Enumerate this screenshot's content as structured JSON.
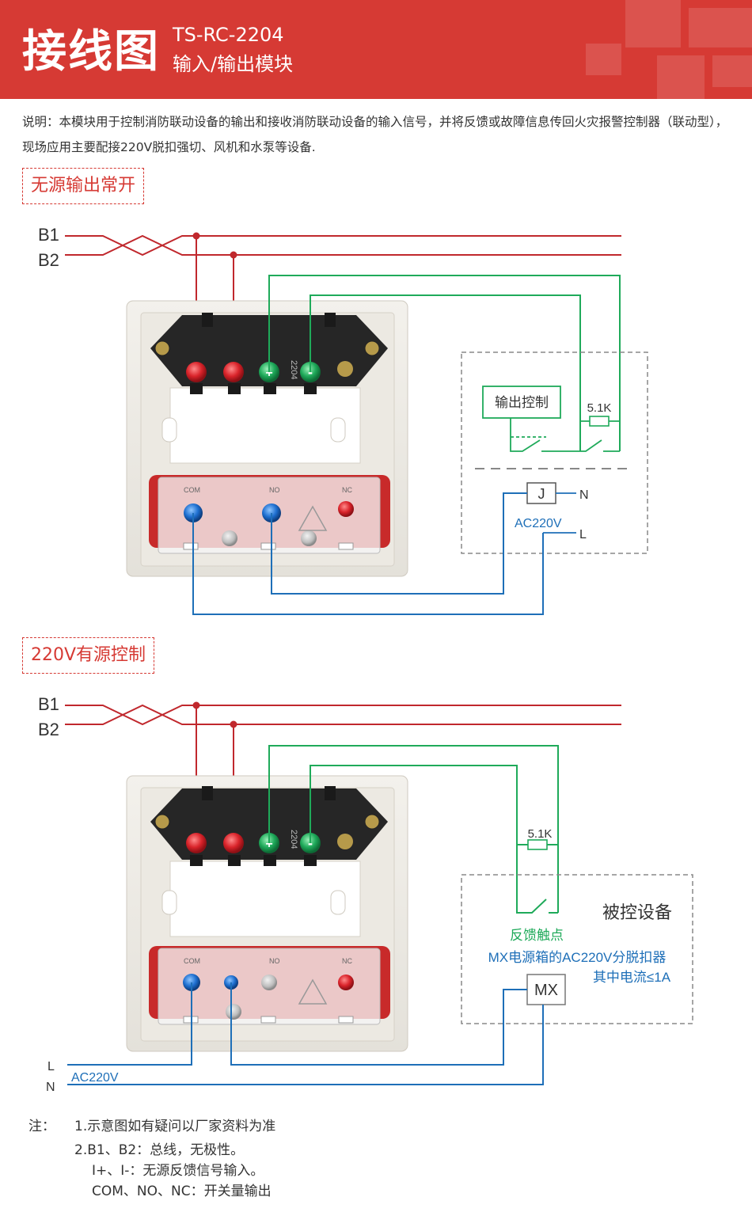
{
  "header": {
    "title": "接线图",
    "model": "TS-RC-2204",
    "subtitle": "输入/输出模块",
    "color": "#d63a34"
  },
  "description": "说明：本模块用于控制消防联动设备的输出和接收消防联动设备的输入信号，并将反馈或故障信息传回火灾报警控制器（联动型），现场应用主要配接220V脱扣强切、风机和水泵等设备.",
  "section1": {
    "title": "无源输出常开",
    "bus1": "B1",
    "bus2": "B2",
    "output_control": "输出控制",
    "resistor": "5.1K",
    "relay": "J",
    "n_label": "N",
    "l_label": "L",
    "ac_label": "AC220V"
  },
  "section2": {
    "title": "220V有源控制",
    "bus1": "B1",
    "bus2": "B2",
    "resistor": "5.1K",
    "device": "被控设备",
    "feedback": "反馈触点",
    "breaker": "MX电源箱的AC220V分脱扣器",
    "current": "其中电流≤1A",
    "mx": "MX",
    "l_label": "L",
    "n_label": "N",
    "ac_label": "AC220V"
  },
  "module": {
    "plus": "+",
    "minus": "-",
    "label": "2204",
    "com": "COM",
    "no": "NO",
    "nc": "NC"
  },
  "notes": {
    "prefix": "注：",
    "n1": "1.示意图如有疑问以厂家资料为准",
    "n2": "2.B1、B2：总线，无极性。",
    "n3": "I+、I-：无源反馈信号输入。",
    "n4": "COM、NO、NC：开关量输出"
  },
  "colors": {
    "bus": "#c0282d",
    "green": "#1faa5a",
    "blue": "#1e6fb8",
    "text_blue": "#1e6fb8"
  }
}
